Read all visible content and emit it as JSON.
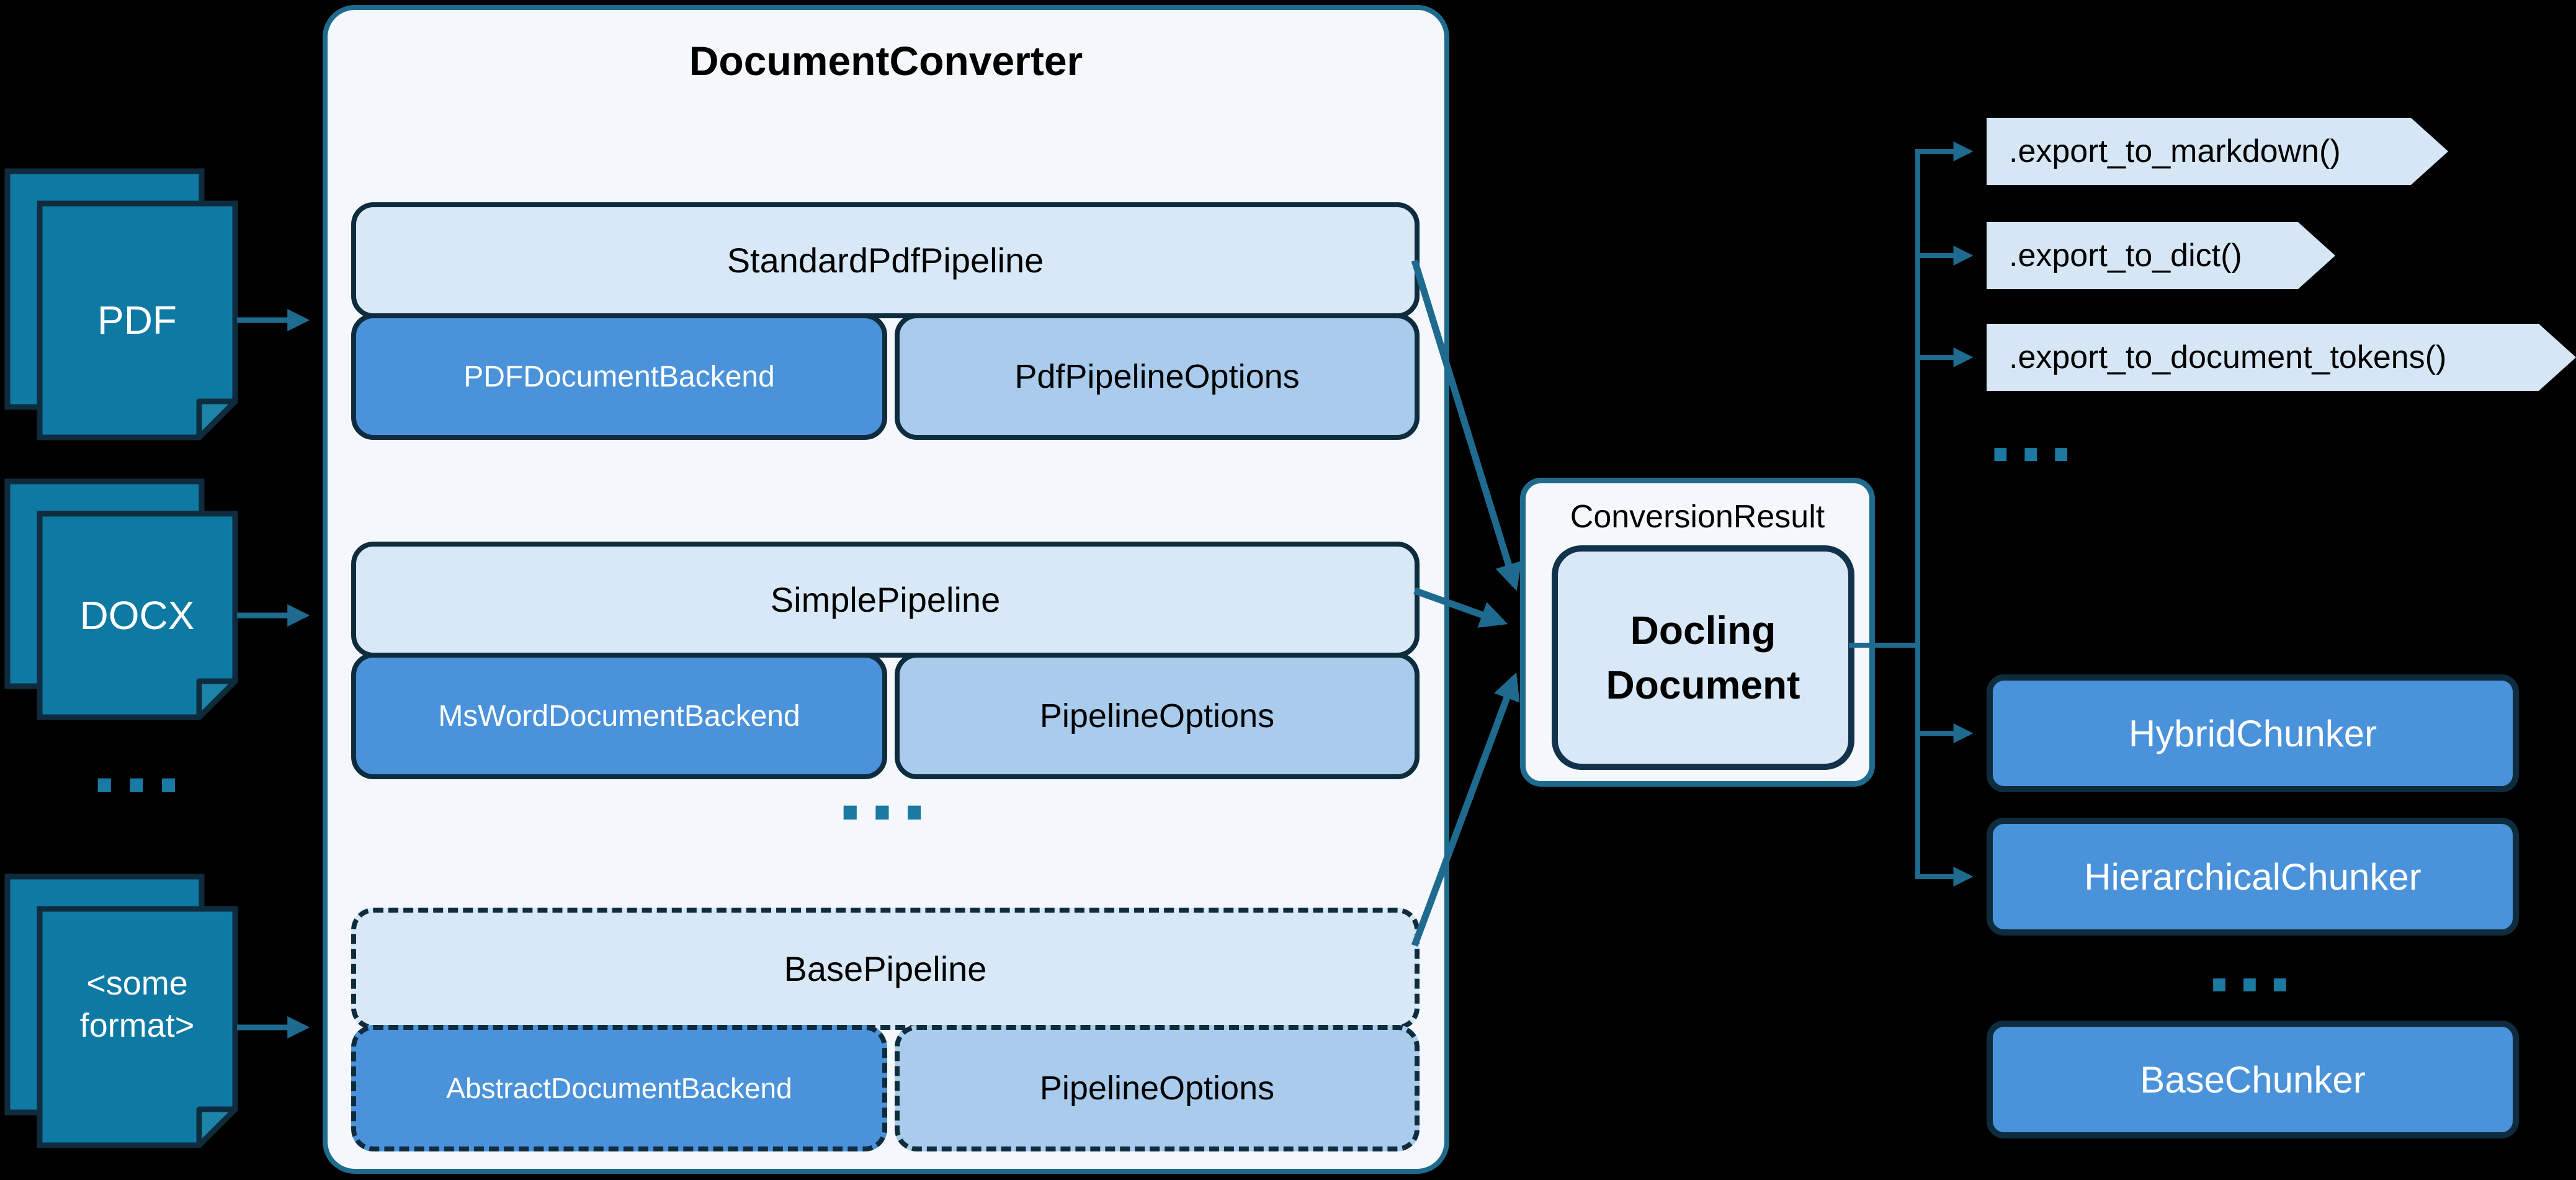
{
  "title": "DocumentConverter",
  "inputs": [
    {
      "label": "PDF"
    },
    {
      "label": "DOCX"
    },
    {
      "label_line1": "<some",
      "label_line2": "format>"
    }
  ],
  "input_ellipsis": "...",
  "pipelines": [
    {
      "name": "StandardPdfPipeline",
      "backend": "PDFDocumentBackend",
      "options": "PdfPipelineOptions",
      "dashed": false
    },
    {
      "name": "SimplePipeline",
      "backend": "MsWordDocumentBackend",
      "options": "PipelineOptions",
      "dashed": false
    },
    {
      "name": "BasePipeline",
      "backend": "AbstractDocumentBackend",
      "options": "PipelineOptions",
      "dashed": true
    }
  ],
  "pipelines_ellipsis": "...",
  "result": {
    "label": "ConversionResult",
    "document_line1": "Docling",
    "document_line2": "Document"
  },
  "exports": [
    ".export_to_markdown()",
    ".export_to_dict()",
    ".export_to_document_tokens()"
  ],
  "exports_ellipsis": "...",
  "chunkers": [
    {
      "label": "HybridChunker"
    },
    {
      "label": "HierarchicalChunker"
    }
  ],
  "chunkers_ellipsis": "...",
  "base_chunker": {
    "label": "BaseChunker"
  },
  "colors": {
    "background": "#000000",
    "document_teal": "#0e7aa3",
    "outline_navy": "#0f2c3e",
    "container_fill": "#f4f8fd",
    "container_border": "#1f6b8d",
    "pipeline_label_fill": "#d9e8f6",
    "backend_fill": "#4a92da",
    "options_fill": "#a9cbec",
    "banner_fill": "#d6e6f5",
    "docling_fill": "#d9e8f7",
    "connector_teal": "#1e6b8f",
    "ellipsis_teal": "#1a7aa2"
  }
}
